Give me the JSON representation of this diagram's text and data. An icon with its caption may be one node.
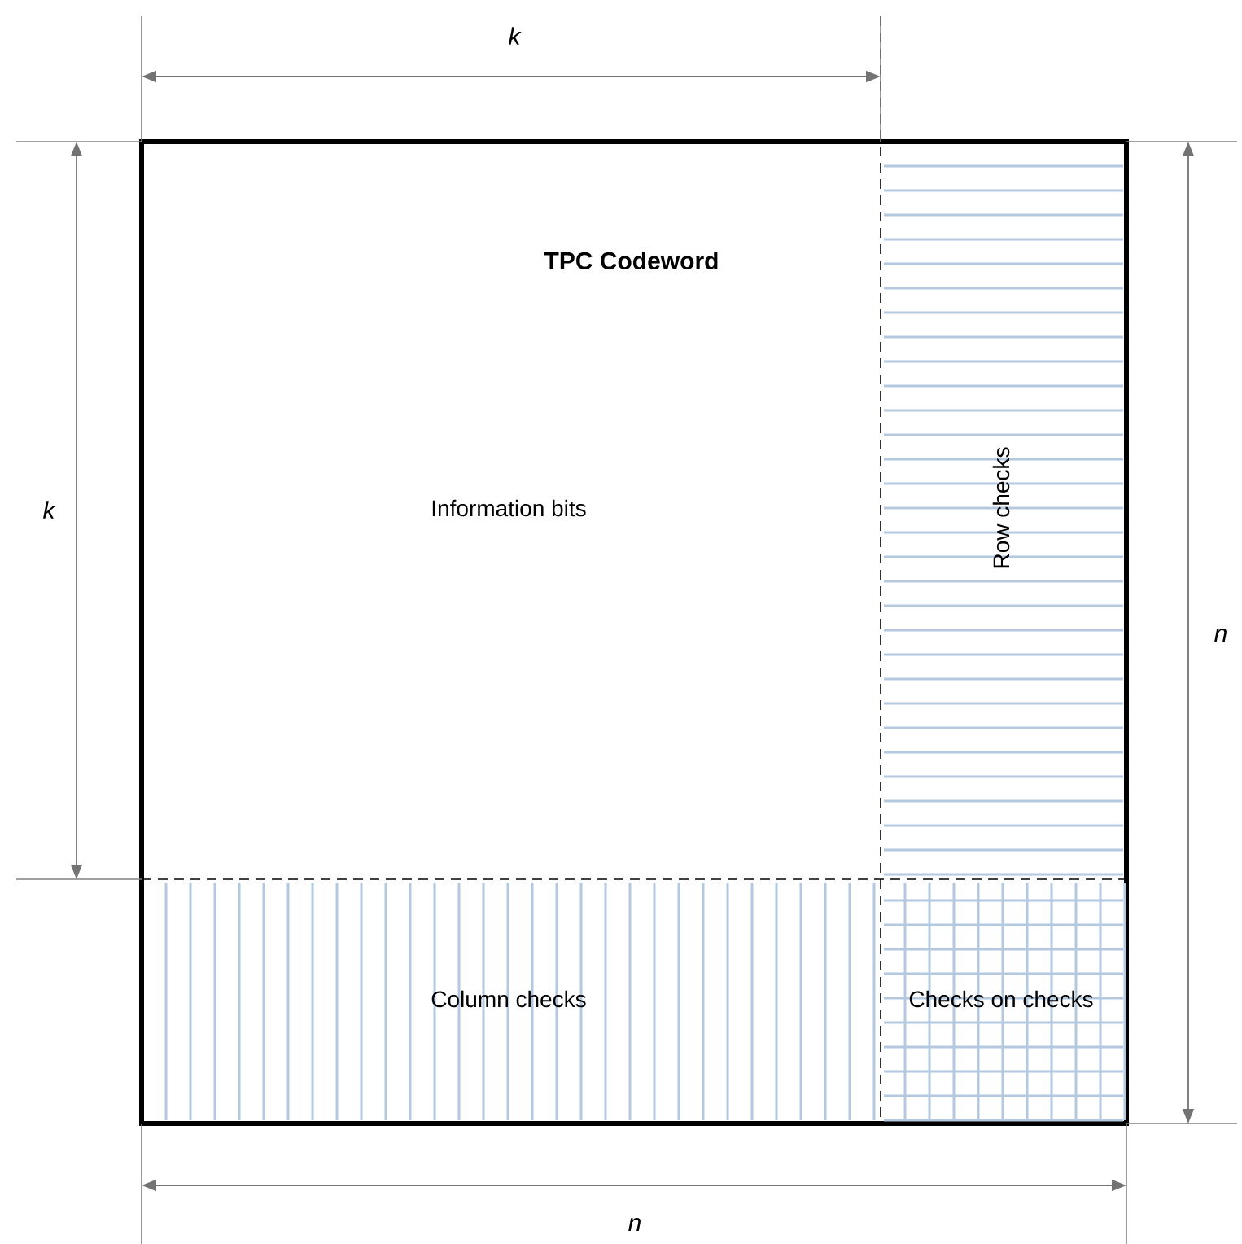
{
  "diagram": {
    "nodes": [
      {
        "text": [
          "TPC Codeword"
        ]
      },
      {
        "text": [
          "Information bits"
        ],
        "in": 0
      },
      {
        "text": [
          "Row checks"
        ],
        "in": 0
      },
      {
        "text": [
          "Column checks"
        ],
        "in": 0
      },
      {
        "text": [
          "Checks on checks"
        ],
        "in": 0
      }
    ],
    "labels": [
      "k",
      "k",
      "n",
      "n"
    ]
  }
}
